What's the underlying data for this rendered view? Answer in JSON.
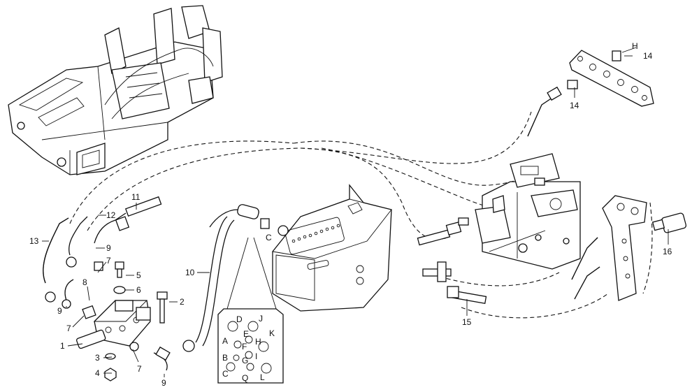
{
  "callouts": [
    {
      "id": "c1",
      "text": "1"
    },
    {
      "id": "c2",
      "text": "2"
    },
    {
      "id": "c3",
      "text": "3"
    },
    {
      "id": "c4",
      "text": "4"
    },
    {
      "id": "c5",
      "text": "5"
    },
    {
      "id": "c6",
      "text": "6"
    },
    {
      "id": "c7a",
      "text": "7"
    },
    {
      "id": "c7b",
      "text": "7"
    },
    {
      "id": "c7c",
      "text": "7"
    },
    {
      "id": "c8",
      "text": "8"
    },
    {
      "id": "c9a",
      "text": "9"
    },
    {
      "id": "c9b",
      "text": "9"
    },
    {
      "id": "c9c",
      "text": "9"
    },
    {
      "id": "c10",
      "text": "10"
    },
    {
      "id": "c11",
      "text": "11"
    },
    {
      "id": "c12",
      "text": "12"
    },
    {
      "id": "c13",
      "text": "13"
    },
    {
      "id": "c14a",
      "text": "14"
    },
    {
      "id": "c14b",
      "text": "14"
    },
    {
      "id": "c15",
      "text": "15"
    },
    {
      "id": "c16",
      "text": "16"
    },
    {
      "id": "cH",
      "text": "H"
    },
    {
      "id": "cC",
      "text": "C"
    }
  ],
  "port_panel": {
    "ports": [
      "D",
      "J",
      "A",
      "E",
      "K",
      "H",
      "F",
      "B",
      "I",
      "G",
      "Q",
      "L"
    ]
  }
}
